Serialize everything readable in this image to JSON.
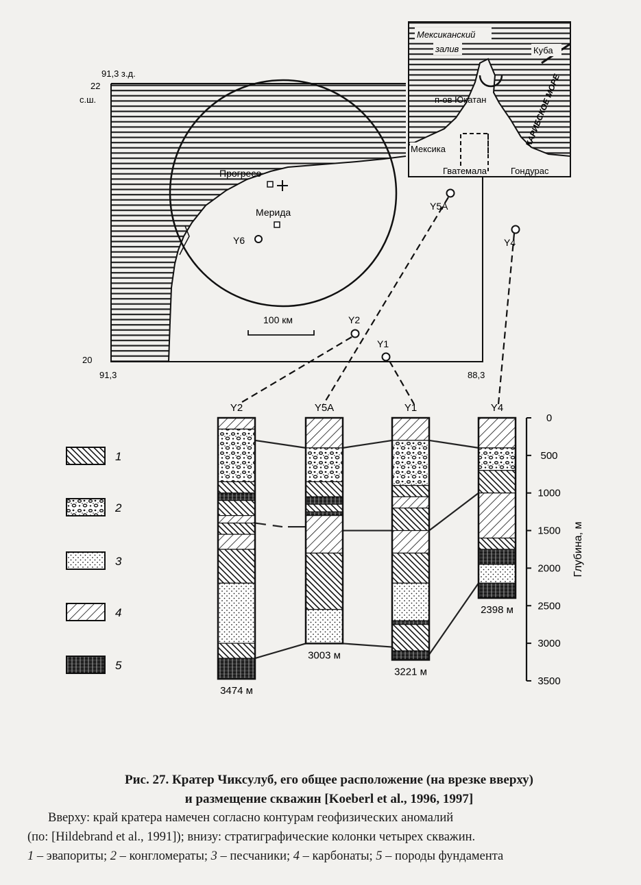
{
  "map": {
    "top_left_lon": "91,3 з.д.",
    "lat_top": "22",
    "lat_top_unit": "с.ш.",
    "lat_bottom": "20",
    "lon_left_bottom": "91,3",
    "lon_right_bottom": "88,3",
    "scale": "100 км",
    "places": {
      "progreso": "Прогресо",
      "merida": "Мерида"
    },
    "wells": {
      "y6": "Y6",
      "y5a": "Y5A",
      "y4": "Y4",
      "y2": "Y2",
      "y1": "Y1"
    }
  },
  "inset": {
    "gulf": "Мексиканский",
    "gulf2": "залив",
    "cuba": "Куба",
    "yucatan": "п-ов Юкатан",
    "caribbean": "КАРИБСКОЕ МОРЕ",
    "mexico": "Мексика",
    "guatemala": "Гватемала",
    "honduras": "Гондурас"
  },
  "legend": [
    {
      "num": "1",
      "pattern": "evaporite"
    },
    {
      "num": "2",
      "pattern": "conglomerate"
    },
    {
      "num": "3",
      "pattern": "sandstone"
    },
    {
      "num": "4",
      "pattern": "carbonate"
    },
    {
      "num": "5",
      "pattern": "basement"
    }
  ],
  "columns": [
    {
      "name": "Y2",
      "depth_label": "3474 м",
      "total_depth": 3474,
      "layers": [
        [
          "4",
          0,
          150
        ],
        [
          "2",
          150,
          850
        ],
        [
          "1",
          850,
          1000
        ],
        [
          "5",
          1000,
          1100
        ],
        [
          "1",
          1100,
          1300
        ],
        [
          "4",
          1300,
          1400
        ],
        [
          "1",
          1400,
          1550
        ],
        [
          "4",
          1550,
          1750
        ],
        [
          "1",
          1750,
          2200
        ],
        [
          "3",
          2200,
          3000
        ],
        [
          "1",
          3000,
          3200
        ],
        [
          "5",
          3200,
          3474
        ]
      ]
    },
    {
      "name": "Y5A",
      "depth_label": "3003 м",
      "total_depth": 3003,
      "layers": [
        [
          "4",
          0,
          400
        ],
        [
          "2",
          400,
          850
        ],
        [
          "1",
          850,
          1050
        ],
        [
          "5",
          1050,
          1150
        ],
        [
          "1",
          1150,
          1250
        ],
        [
          "5",
          1250,
          1300
        ],
        [
          "4",
          1300,
          1800
        ],
        [
          "1",
          1800,
          2550
        ],
        [
          "3",
          2550,
          3003
        ]
      ]
    },
    {
      "name": "Y1",
      "depth_label": "3221 м",
      "total_depth": 3221,
      "layers": [
        [
          "4",
          0,
          300
        ],
        [
          "2",
          300,
          900
        ],
        [
          "1",
          900,
          1050
        ],
        [
          "4",
          1050,
          1200
        ],
        [
          "1",
          1200,
          1500
        ],
        [
          "4",
          1500,
          1800
        ],
        [
          "1",
          1800,
          2200
        ],
        [
          "3",
          2200,
          2700
        ],
        [
          "5",
          2700,
          2750
        ],
        [
          "1",
          2750,
          3100
        ],
        [
          "5",
          3100,
          3221
        ]
      ]
    },
    {
      "name": "Y4",
      "depth_label": "2398 м",
      "total_depth": 2398,
      "layers": [
        [
          "4",
          0,
          400
        ],
        [
          "2",
          400,
          700
        ],
        [
          "1",
          700,
          1000
        ],
        [
          "4",
          1000,
          1600
        ],
        [
          "1",
          1600,
          1750
        ],
        [
          "5",
          1750,
          1950
        ],
        [
          "3",
          1950,
          2200
        ],
        [
          "5",
          2200,
          2398
        ]
      ]
    }
  ],
  "depth_axis": {
    "label": "Глубина, м",
    "ticks": [
      0,
      500,
      1000,
      1500,
      2000,
      2500,
      3000,
      3500
    ],
    "max": 3500
  },
  "caption": {
    "title_line1": "Рис. 27. Кратер Чиксулуб, его общее расположение (на врезке вверху)",
    "title_line2": "и размещение скважин [Koeberl et al., 1996, 1997]",
    "line1": "Вверху: край кратера намечен согласно контурам геофизических аномалий",
    "line2": "(по: [Hildebrand et al., 1991]); внизу: стратиграфические колонки четырех скважин.",
    "line3_n1": "1",
    "line3_t1": " – эвапориты; ",
    "line3_n2": "2",
    "line3_t2": " – конгломераты; ",
    "line3_n3": "3",
    "line3_t3": " – песчаники; ",
    "line3_n4": "4",
    "line3_t4": " – карбонаты; ",
    "line3_n5": "5",
    "line3_t5": " – породы фундамента"
  }
}
